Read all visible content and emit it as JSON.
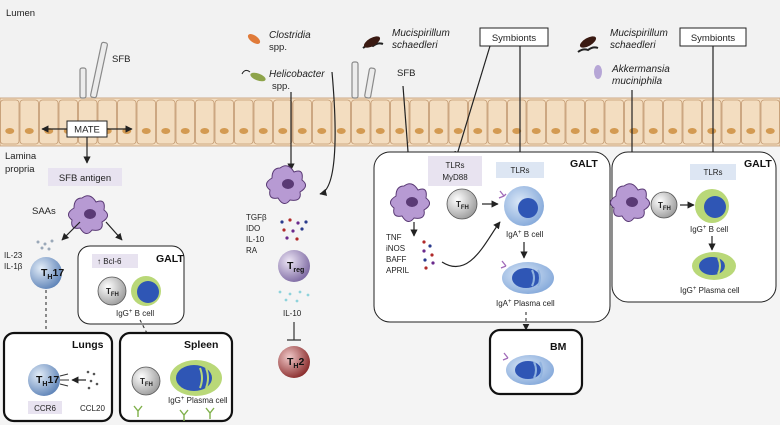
{
  "regions": {
    "lumen": "Lumen",
    "lamina_propria": "Lamina propria"
  },
  "bacteria": {
    "sfb_left": "SFB",
    "sfb_mid": "SFB",
    "clostridia": "Clostridia",
    "clostridia_spp": "spp.",
    "helicobacter": "Helicobacter",
    "helicobacter_spp": "spp.",
    "mucispirillum_1": "Mucispirillum",
    "schaedleri_1": "schaedleri",
    "mucispirillum_2": "Mucispirillum",
    "schaedleri_2": "schaedleri",
    "akkermansia": "Akkermansia",
    "muciniphila": "muciniphila"
  },
  "boxes": {
    "mate": "MATE",
    "symbionts_1": "Symbionts",
    "symbionts_2": "Symbionts",
    "sfb_antigen": "SFB antigen"
  },
  "panel_left": {
    "saas": "SAAs",
    "il23": "IL-23",
    "il1b": "IL-1β",
    "th17": "T",
    "th17_sub": "H",
    "th17_num": "17",
    "galt": "GALT",
    "bcl6": "Bcl-6",
    "bcl6_arrow": "↑",
    "tfh": "T",
    "tfh_sub": "FH",
    "igg_b": "IgG",
    "igg_b_sup": "+",
    "igg_b_rest": " B cell",
    "lungs": "Lungs",
    "lung_th17": "T",
    "lung_th17_sub": "H",
    "lung_th17_num": "17",
    "ccr6": "CCR6",
    "ccl20": "CCL20",
    "spleen": "Spleen",
    "spleen_tfh": "T",
    "spleen_tfh_sub": "FH",
    "igg_plasma": "IgG",
    "igg_plasma_sup": "+",
    "igg_plasma_rest": " Plasma cell"
  },
  "panel_mid": {
    "tgfb": "TGFβ",
    "ido": "IDO",
    "il10": "IL-10",
    "ra": "RA",
    "treg": "T",
    "treg_sub": "reg",
    "il10_b": "IL-10",
    "th2": "T",
    "th2_sub": "H",
    "th2_num": "2"
  },
  "panel_galt_center": {
    "galt": "GALT",
    "tlrs_a": "TLRs",
    "myd88": "MyD88",
    "tfh": "T",
    "tfh_sub": "FH",
    "tlrs_b": "TLRs",
    "tnf": "TNF",
    "inos": "iNOS",
    "baff": "BAFF",
    "april": "APRIL",
    "iga_b": "IgA",
    "iga_b_sup": "+",
    "iga_b_rest": " B cell",
    "iga_plasma": "IgA",
    "iga_plasma_sup": "+",
    "iga_plasma_rest": " Plasma cell",
    "bm": "BM"
  },
  "panel_galt_right": {
    "galt": "GALT",
    "tlrs": "TLRs",
    "tfh": "T",
    "tfh_sub": "FH",
    "igg_b": "IgG",
    "igg_b_sup": "+",
    "igg_b_rest": " B cell",
    "igg_plasma": "IgG",
    "igg_plasma_sup": "+",
    "igg_plasma_rest": " Plasma cell"
  },
  "colors": {
    "epithelium": "#f3ddc0",
    "epithelium_stroke": "#c39a72",
    "nucleus": "#d39a52",
    "box_fill": "#e8e3f0",
    "tlr_fill": "#dde6f3",
    "dendritic": "#b79ad3",
    "dendritic_dark": "#5a3a75",
    "t_cell": "#c9c9c9",
    "th17": "#7f9fc9",
    "treg": "#9a86b8",
    "th2": "#9b3a3a",
    "b_cell": "#2f56b5",
    "b_cell_light": "#8fb2df",
    "igg_ring": "#b9d878"
  }
}
